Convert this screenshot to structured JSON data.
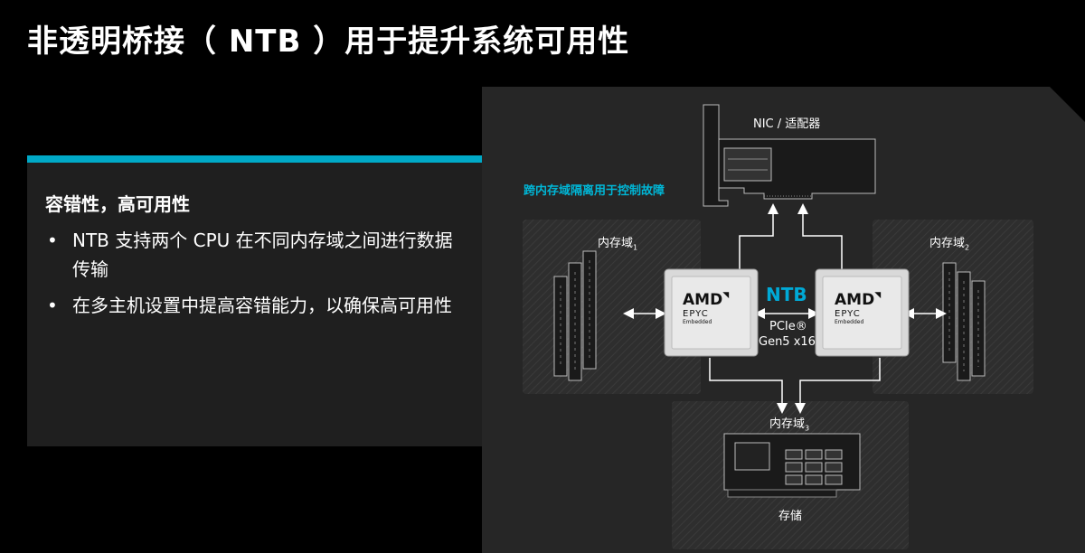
{
  "title": "非透明桥接（ NTB ）用于提升系统可用性",
  "panel": {
    "heading": "容错性，高可用性",
    "bullets": [
      {
        "marker": "•",
        "text": "NTB 支持两个 CPU 在不同内存域之间进行数据传输"
      },
      {
        "marker": "•",
        "text": "在多主机设置中提高容错能力，以确保高可用性"
      }
    ]
  },
  "diagram": {
    "nic_label": "NIC / 适配器",
    "fault_label": "跨内存域隔离用于控制故障",
    "domain1": {
      "text": "内存域",
      "sub": "1"
    },
    "domain2": {
      "text": "内存域",
      "sub": "2"
    },
    "domain3": {
      "text": "内存域",
      "sub": "3"
    },
    "ntb": "NTB",
    "link_line1": "PCIe®",
    "link_line2": "Gen5 x16",
    "storage_label": "存储",
    "chip": {
      "brand": "AMD",
      "logo": "◥",
      "line": "EPYC",
      "sub": "Embedded"
    },
    "colors": {
      "accent": "#00a9c7",
      "panel": "#1f1f1f",
      "diagram_bg": "#262626"
    }
  }
}
